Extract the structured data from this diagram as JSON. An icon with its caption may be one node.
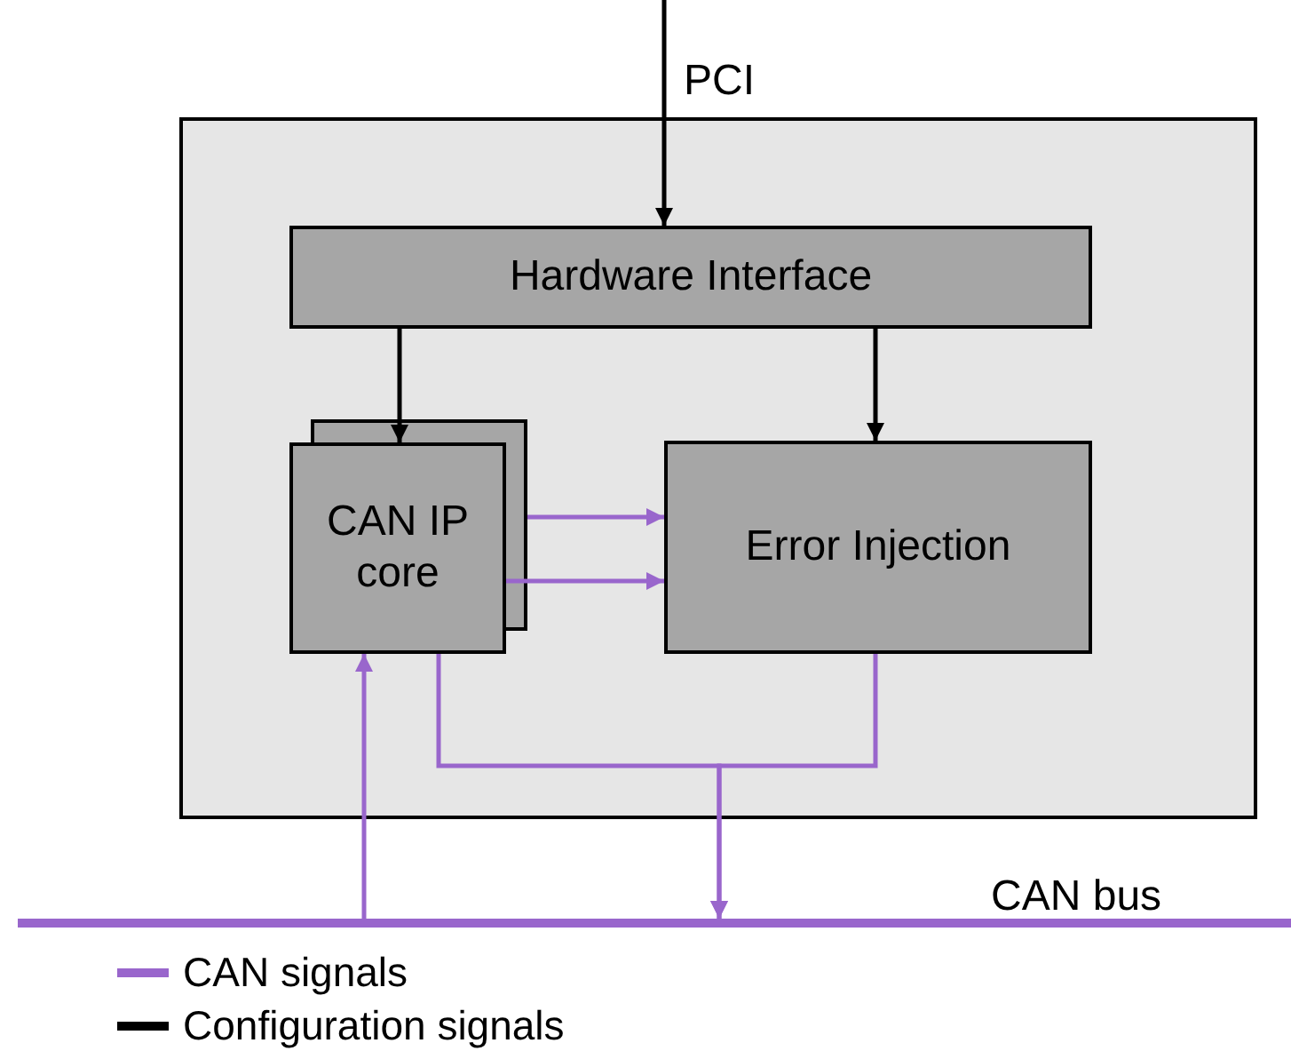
{
  "diagram": {
    "nodes": [
      {
        "text": [],
        "shape": "box"
      },
      {
        "text": [
          "Hardware Interface"
        ],
        "in": 0
      },
      {
        "text": [
          "CAN IP core"
        ],
        "in": 0
      },
      {
        "text": [
          "Error Injection"
        ],
        "in": 0
      },
      {
        "text": [],
        "shape": "bar",
        "beside": [
          "CAN bus"
        ]
      }
    ],
    "edges": [
      {
        "from": null,
        "to": 1,
        "arrow": "to",
        "label": "PCI",
        "color": "#000000"
      },
      {
        "from": 1,
        "to": 2,
        "arrow": "to",
        "color": "#000000"
      },
      {
        "from": 1,
        "to": 3,
        "arrow": "to",
        "color": "#000000"
      },
      {
        "from": 2,
        "to": 3,
        "arrow": "to"
      },
      {
        "from": 2,
        "to": 3,
        "arrow": "to"
      },
      {
        "from": 2,
        "to": 4,
        "arrow": "to"
      },
      {
        "from": 3,
        "to": 4,
        "arrow": "to"
      },
      {
        "from": 4,
        "to": 2,
        "arrow": "to"
      }
    ],
    "legend": [
      {
        "text": "CAN signals",
        "color": "#9966cc"
      },
      {
        "text": "Configuration signals",
        "color": "#000000"
      }
    ]
  }
}
